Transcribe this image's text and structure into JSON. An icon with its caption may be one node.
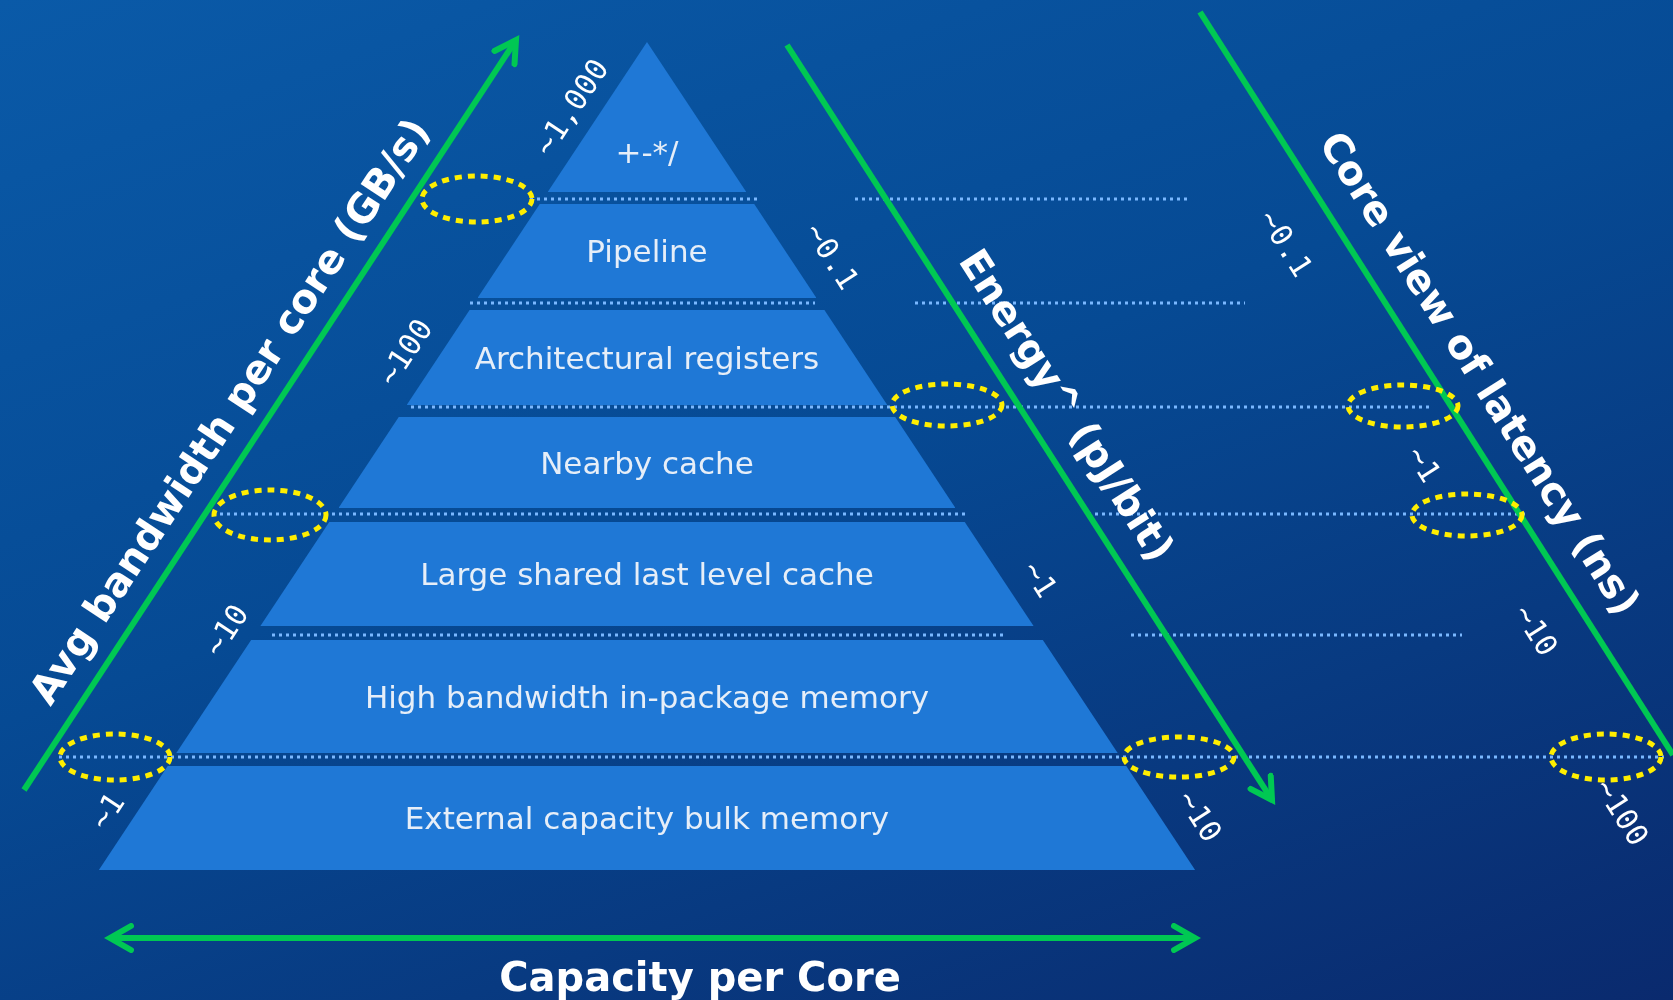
{
  "diagram": {
    "nodes": [
      {
        "text": [
          "+-*/"
        ]
      },
      {
        "text": [
          "Pipeline"
        ]
      },
      {
        "text": [
          "Architectural registers"
        ]
      },
      {
        "text": [
          "Nearby cache"
        ]
      },
      {
        "text": [
          "Large shared last level cache"
        ]
      },
      {
        "text": [
          "High bandwidth in-package memory"
        ]
      },
      {
        "text": [
          "External capacity bulk memory"
        ]
      }
    ],
    "labels": [
      "Avg bandwidth per core (GB/s)",
      "~1,000",
      "~100",
      "~10",
      "~1",
      "~0.1",
      "Energy^ (pJ/bit)",
      "~1",
      "~10",
      "Core view of latency (ns)",
      "~0.1",
      "~1",
      "~10",
      "~100",
      "Capacity per Core"
    ]
  }
}
